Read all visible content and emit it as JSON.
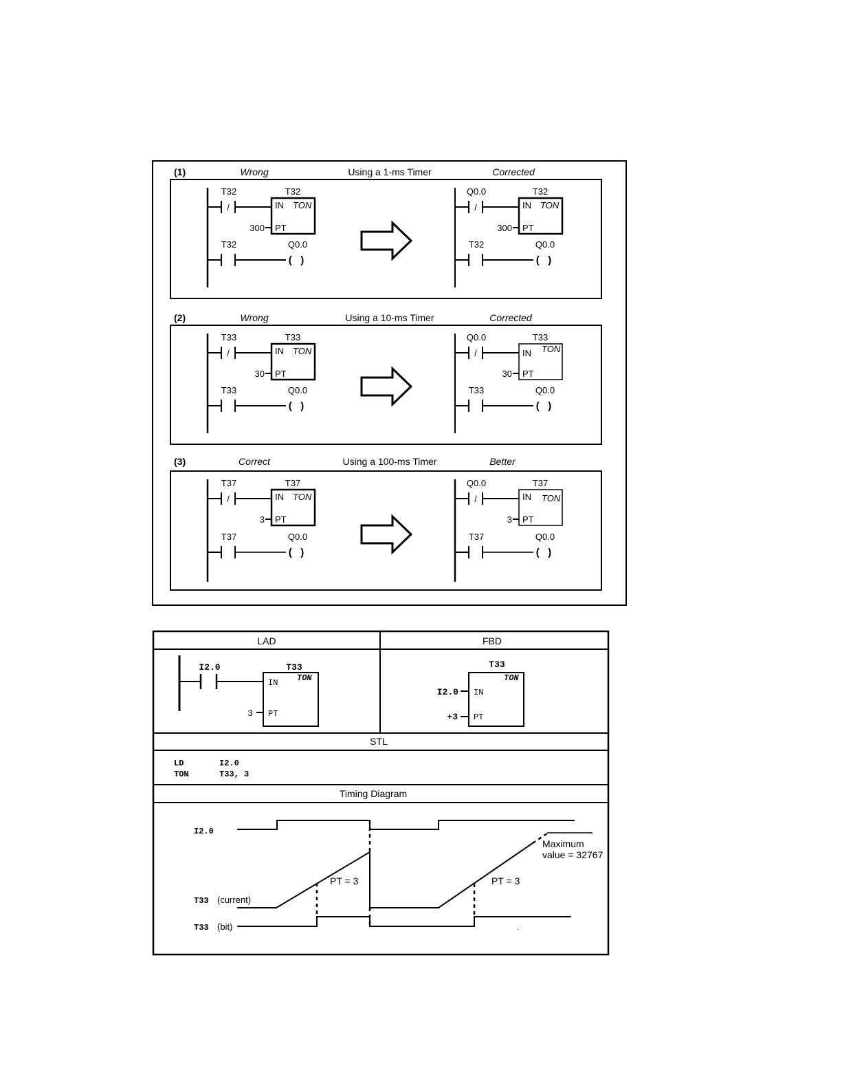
{
  "top_figure": {
    "panels": [
      {
        "number": "(1)",
        "left_heading": "Wrong",
        "center_heading": "Using a 1-ms Timer",
        "right_heading": "Corrected",
        "left": {
          "nc_label": "T32",
          "timer": "T32",
          "in": "IN",
          "type": "TON",
          "pt_value": "300",
          "pt": "PT",
          "no_label": "T32",
          "coil": "Q0.0"
        },
        "right": {
          "nc_label": "Q0.0",
          "timer": "T32",
          "in": "IN",
          "type": "TON",
          "pt_value": "300",
          "pt": "PT",
          "no_label": "T32",
          "coil": "Q0.0"
        }
      },
      {
        "number": "(2)",
        "left_heading": "Wrong",
        "center_heading": "Using a 10-ms Timer",
        "right_heading": "Corrected",
        "left": {
          "nc_label": "T33",
          "timer": "T33",
          "in": "IN",
          "type": "TON",
          "pt_value": "30",
          "pt": "PT",
          "no_label": "T33",
          "coil": "Q0.0"
        },
        "right": {
          "nc_label": "Q0.0",
          "timer": "T33",
          "in": "IN",
          "type": "TON",
          "pt_value": "30",
          "pt": "PT",
          "no_label": "T33",
          "coil": "Q0.0"
        }
      },
      {
        "number": "(3)",
        "left_heading": "Correct",
        "center_heading": "Using a 100-ms Timer",
        "right_heading": "Better",
        "left": {
          "nc_label": "T37",
          "timer": "T37",
          "in": "IN",
          "type": "TON",
          "pt_value": "3",
          "pt": "PT",
          "no_label": "T37",
          "coil": "Q0.0"
        },
        "right": {
          "nc_label": "Q0.0",
          "timer": "T37",
          "in": "IN",
          "type": "TON",
          "pt_value": "3",
          "pt": "PT",
          "no_label": "T37",
          "coil": "Q0.0"
        }
      }
    ],
    "nc_symbol": "/",
    "coil_symbol": "(   )"
  },
  "bottom_table": {
    "lad_header": "LAD",
    "fbd_header": "FBD",
    "lad": {
      "contact": "I2.0",
      "timer": "T33",
      "type": "TON",
      "in": "IN",
      "pt": "PT",
      "pt_value": "3"
    },
    "fbd": {
      "timer": "T33",
      "type": "TON",
      "in_value": "I2.0",
      "in": "IN",
      "pt_value": "+3",
      "pt": "PT"
    },
    "stl_header": "STL",
    "stl_lines": [
      {
        "op": "LD",
        "arg": "I2.0"
      },
      {
        "op": "TON",
        "arg": "T33, 3"
      }
    ],
    "timing_header": "Timing Diagram",
    "timing": {
      "signal_input": "I2.0",
      "signal_current": "T33",
      "current_suffix": "(current)",
      "signal_bit": "T33",
      "bit_suffix": "(bit)",
      "pt_note_1": "PT = 3",
      "pt_note_2": "PT = 3",
      "max_line1": "Maximum",
      "max_line2": "value = 32767",
      "dot": "."
    }
  }
}
